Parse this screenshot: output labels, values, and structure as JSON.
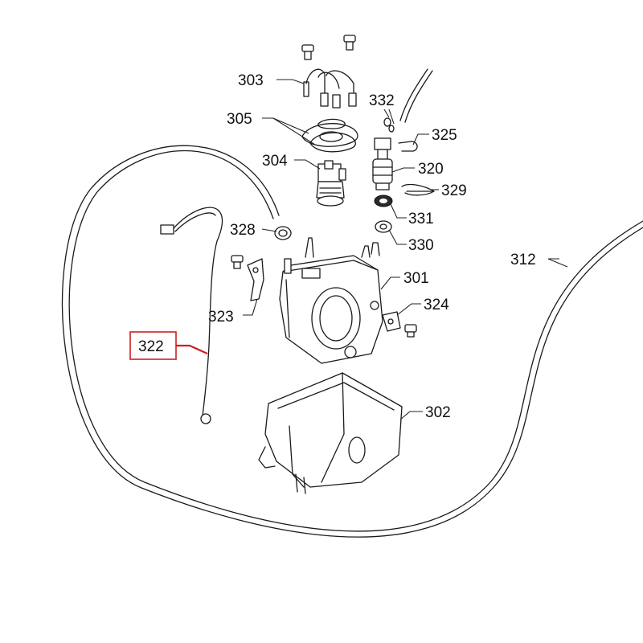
{
  "parts": {
    "p301": "301",
    "p302": "302",
    "p303": "303",
    "p304": "304",
    "p305": "305",
    "p312": "312",
    "p320": "320",
    "p322": "322",
    "p323": "323",
    "p324": "324",
    "p325": "325",
    "p328": "328",
    "p329": "329",
    "p330": "330",
    "p331": "331",
    "p332": "332"
  },
  "highlight": {
    "part": "322",
    "color": "#cc2020"
  }
}
